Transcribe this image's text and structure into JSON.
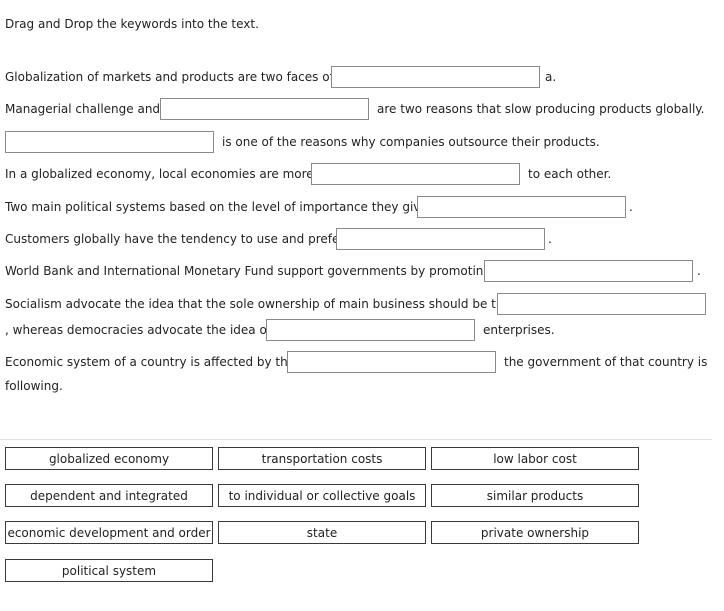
{
  "instruction": "Drag and Drop the keywords into the text.",
  "sentences": {
    "s1": {
      "before": "Globalization of markets and products are two faces of",
      "after": "a."
    },
    "s2": {
      "before": "Managerial challenge and",
      "after": "are two reasons that slow producing products globally."
    },
    "s3": {
      "after": "is one of the reasons why companies outsource their products."
    },
    "s4": {
      "before": "In a globalized economy, local economies are more",
      "after": "to each other."
    },
    "s5": {
      "before": "Two main political systems based on the level of importance they give",
      "after": "."
    },
    "s6": {
      "before": "Customers globally have the tendency to use and prefer",
      "after": "."
    },
    "s7": {
      "before": "World Bank and International Monetary Fund support governments by promoting",
      "after": "."
    },
    "s8": {
      "before": "Socialism advocate the idea that the sole ownership of main business should be the",
      "line2_before": ", whereas democracies advocate the idea of",
      "after": "enterprises."
    },
    "s9": {
      "before": "Economic system of a country is affected by the",
      "after": "the government of that country is",
      "line2": "following."
    }
  },
  "keywords": [
    "globalized economy",
    "transportation costs",
    "low labor cost",
    "dependent and integrated",
    "to individual or collective goals",
    "similar products",
    "economic development and order",
    "state",
    "private ownership",
    "political system"
  ]
}
